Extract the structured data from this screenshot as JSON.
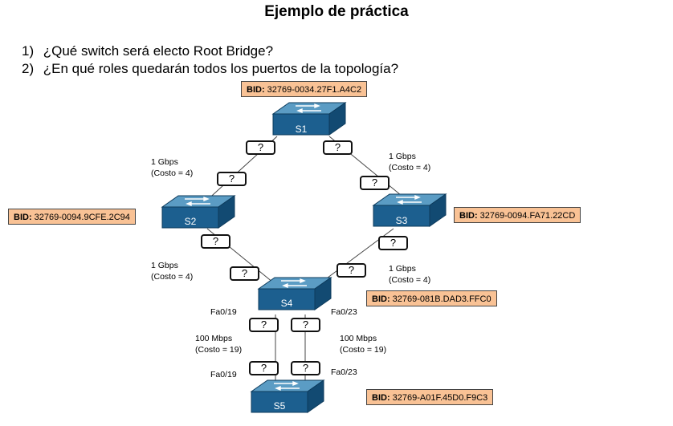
{
  "title": "Ejemplo de práctica",
  "questions": [
    {
      "num": "1)",
      "text": "¿Qué switch será electo Root Bridge?"
    },
    {
      "num": "2)",
      "text": "¿En qué roles quedarán todos los puertos de la topología?"
    }
  ],
  "switches": {
    "s1": {
      "name": "S1",
      "bid_label": "BID:",
      "bid_value": "32769-0034.27F1.A4C2"
    },
    "s2": {
      "name": "S2",
      "bid_label": "BID:",
      "bid_value": "32769-0094.9CFE.2C94"
    },
    "s3": {
      "name": "S3",
      "bid_label": "BID:",
      "bid_value": "32769-0094.FA71.22CD"
    },
    "s4": {
      "name": "S4",
      "bid_label": "BID:",
      "bid_value": "32769-081B.DAD3.FFC0"
    },
    "s5": {
      "name": "S5",
      "bid_label": "BID:",
      "bid_value": "32769-A01F.45D0.F9C3"
    }
  },
  "links": {
    "s1_s2": {
      "speed": "1 Gbps",
      "cost": "(Costo = 4)"
    },
    "s1_s3": {
      "speed": "1 Gbps",
      "cost": "(Costo = 4)"
    },
    "s2_s4": {
      "speed": "1 Gbps",
      "cost": "(Costo = 4)"
    },
    "s3_s4": {
      "speed": "1 Gbps",
      "cost": "(Costo = 4)"
    },
    "s4_s5_a": {
      "speed": "100 Mbps",
      "cost": "(Costo = 19)"
    },
    "s4_s5_b": {
      "speed": "100 Mbps",
      "cost": "(Costo = 19)"
    }
  },
  "ports": {
    "s4_fa019": "Fa0/19",
    "s4_fa023": "Fa0/23",
    "s5_fa019": "Fa0/19",
    "s5_fa023": "Fa0/23"
  },
  "role_placeholder": "?",
  "colors": {
    "switch_face": "#1c5f8f",
    "switch_top": "#5b9cc4",
    "switch_side": "#124a72",
    "bid_box": "#f9c295"
  }
}
